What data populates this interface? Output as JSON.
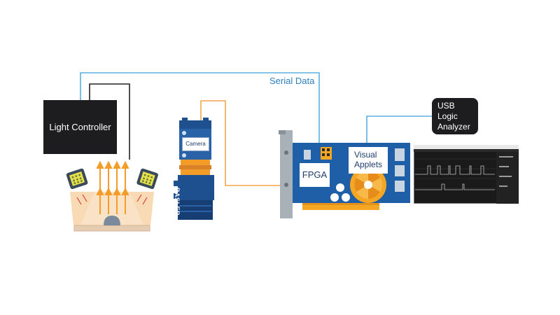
{
  "labels": {
    "serial_data": "Serial Data",
    "light_controller": "Light Controller",
    "usb_line1": "USB",
    "usb_line2": "Logic",
    "usb_line3": "Analyzer",
    "camera": "Camera",
    "basler": "BASLER",
    "fpga": "FPGA",
    "visual_line1": "Visual",
    "visual_line2": "Applets"
  },
  "colors": {
    "serial_wire": "#5ab0e0",
    "camera_wire": "#f2a64a",
    "control_wire": "#222222",
    "board_blue": "#1f5fa8",
    "fan_orange": "#f5a623",
    "camera_orange": "#f39c28",
    "camera_blue": "#1e4f8f",
    "dark_box": "#1d1d1f",
    "light_cone": "#f7d4a8"
  },
  "icons": [
    "light-fixture-icon",
    "led-panel-icon",
    "camera-icon",
    "fpga-board-icon",
    "oscilloscope-screen-icon"
  ]
}
